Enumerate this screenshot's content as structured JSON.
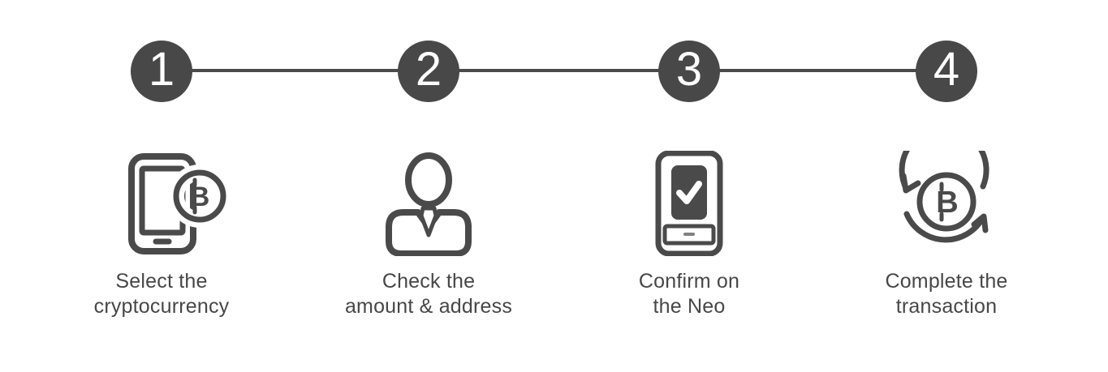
{
  "diagram": {
    "name": "crypto-purchase-steps",
    "background_color": "#ffffff",
    "accent_gray": "#4a4a4a",
    "circle_color": "#484848",
    "number_color": "#ffffff"
  },
  "icons": {
    "bitcoin_glyph": "B"
  },
  "steps": [
    {
      "number": "1",
      "icon": "phone-bitcoin-icon",
      "lines": [
        "Select the",
        "cryptocurrency"
      ]
    },
    {
      "number": "2",
      "icon": "person-icon",
      "lines": [
        "Check the",
        "amount & address"
      ]
    },
    {
      "number": "3",
      "icon": "device-check-icon",
      "lines": [
        "Confirm on",
        "the Neo"
      ]
    },
    {
      "number": "4",
      "icon": "bitcoin-cycle-icon",
      "lines": [
        "Complete the",
        "transaction"
      ]
    }
  ]
}
